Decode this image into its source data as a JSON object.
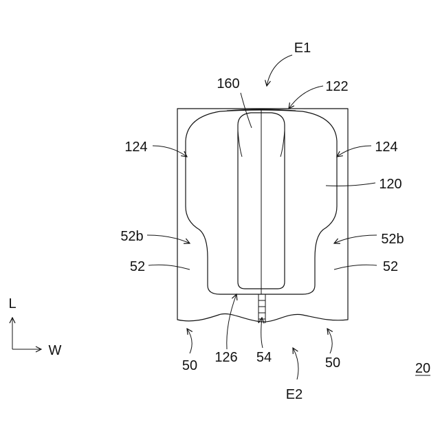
{
  "figure": {
    "labels": {
      "E1": "E1",
      "E2": "E2",
      "n160": "160",
      "n122": "122",
      "n124_left": "124",
      "n124_right": "124",
      "n120": "120",
      "n52b_left": "52b",
      "n52b_right": "52b",
      "n52_left": "52",
      "n52_right": "52",
      "n126": "126",
      "n54": "54",
      "n50_left": "50",
      "n50_right": "50",
      "fig_number": "20"
    },
    "axes": {
      "L": "L",
      "W": "W"
    }
  }
}
